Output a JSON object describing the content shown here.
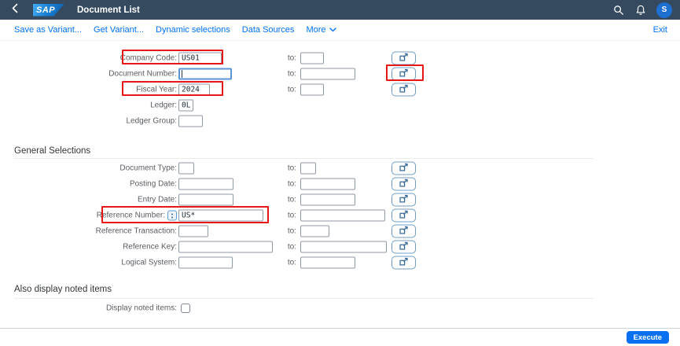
{
  "header": {
    "title": "Document List",
    "logo_text": "SAP",
    "avatar_initial": "S"
  },
  "toolbar": {
    "items": [
      "Save as Variant...",
      "Get Variant...",
      "Dynamic selections",
      "Data Sources"
    ],
    "more_label": "More",
    "exit_label": "Exit"
  },
  "to_label": "to:",
  "primary": {
    "rows": [
      {
        "label": "Company Code:",
        "value": "US01",
        "to_value": ""
      },
      {
        "label": "Document Number:",
        "value": "",
        "to_value": ""
      },
      {
        "label": "Fiscal Year:",
        "value": "2024",
        "to_value": ""
      },
      {
        "label": "Ledger:",
        "value": "0L"
      },
      {
        "label": "Ledger Group:",
        "value": ""
      }
    ]
  },
  "general": {
    "heading": "General Selections",
    "rows": [
      {
        "label": "Document Type:",
        "value": "",
        "to_value": ""
      },
      {
        "label": "Posting Date:",
        "value": "",
        "to_value": ""
      },
      {
        "label": "Entry Date:",
        "value": "",
        "to_value": ""
      },
      {
        "label": "Reference Number:",
        "value": "US*",
        "to_value": ""
      },
      {
        "label": "Reference Transaction:",
        "value": "",
        "to_value": ""
      },
      {
        "label": "Reference Key:",
        "value": "",
        "to_value": ""
      },
      {
        "label": "Logical System:",
        "value": "",
        "to_value": ""
      }
    ]
  },
  "noted": {
    "heading": "Also display noted items",
    "checkbox_label": "Display noted items:"
  },
  "footer": {
    "execute_label": "Execute"
  },
  "icons": {
    "back": "chevron-left",
    "search": "magnifier",
    "notifications": "bell",
    "more_chevron": "chevron-down",
    "multi_select": "arrow-out-of-square",
    "selection_option_badge": "dots-badge"
  },
  "colors": {
    "shellbar": "#354a5f",
    "link_blue": "#0070f2",
    "avatar_blue": "#1d6fd0",
    "focus_blue": "#5b94d4",
    "highlight_red": "#e81717",
    "execute_blue": "#0a70f2"
  }
}
